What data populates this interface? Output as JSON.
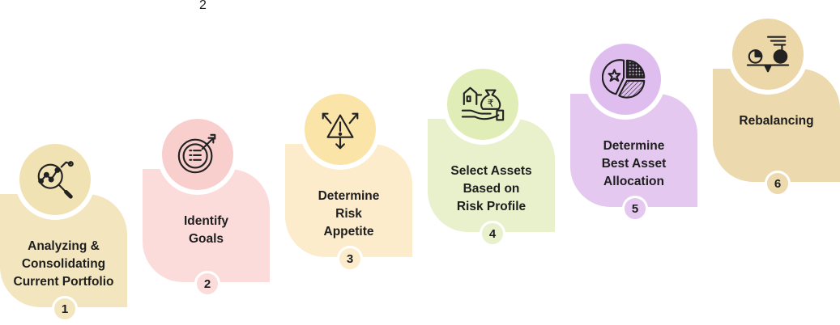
{
  "stray_number": "2",
  "steps": [
    {
      "number": "1",
      "label": "Analyzing &\nConsolidating\nCurrent Portfolio",
      "icon": "analysis-magnifier-icon",
      "color": "#f3e6bf",
      "icon_bg": "#f1e2b4"
    },
    {
      "number": "2",
      "label": "Identify\nGoals",
      "icon": "target-checklist-icon",
      "color": "#fcdcdb",
      "icon_bg": "#f9cfcd"
    },
    {
      "number": "3",
      "label": "Determine\nRisk\nAppetite",
      "icon": "risk-warning-arrows-icon",
      "color": "#fceccb",
      "icon_bg": "#fbe4a8"
    },
    {
      "number": "4",
      "label": "Select Assets\nBased on\nRisk Profile",
      "icon": "assets-rupee-bag-icon",
      "color": "#e8f0cc",
      "icon_bg": "#e1edb6"
    },
    {
      "number": "5",
      "label": "Determine\nBest Asset\nAllocation",
      "icon": "pie-chart-allocation-icon",
      "color": "#e4c8ef",
      "icon_bg": "#dfbdee"
    },
    {
      "number": "6",
      "label": "Rebalancing",
      "icon": "balance-scale-icon",
      "color": "#ecd9ad",
      "icon_bg": "#ebd7a8"
    }
  ]
}
